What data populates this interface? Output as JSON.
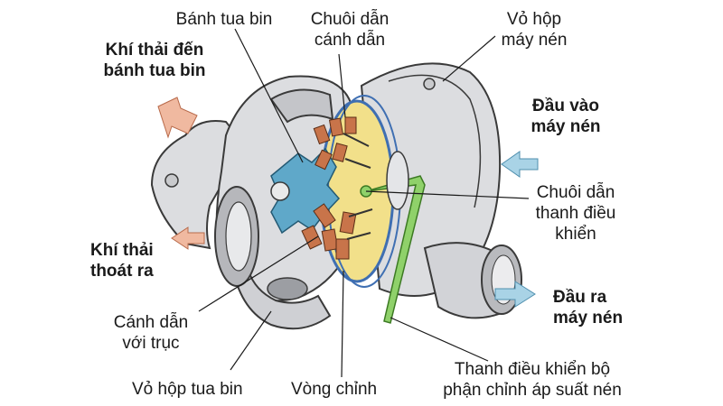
{
  "labels": {
    "turbine_wheel": "Bánh tua bin",
    "guide_vane_chain": [
      "Chuôi dẫn",
      "cánh dẫn"
    ],
    "compressor_housing": [
      "Vỏ hộp",
      "máy nén"
    ],
    "exhaust_in": [
      "Khí thải đến",
      "bánh tua bin"
    ],
    "compressor_inlet": [
      "Đầu vào",
      "máy nén"
    ],
    "control_rod_chain": [
      "Chuôi dẫn",
      "thanh điều",
      "khiển"
    ],
    "exhaust_out": [
      "Khí thải",
      "thoát ra"
    ],
    "compressor_outlet": [
      "Đầu ra",
      "máy nén"
    ],
    "vane_with_shaft": [
      "Cánh dẫn",
      "với trục"
    ],
    "rod_adjust": [
      "Thanh điều khiển bộ",
      "phận chỉnh áp suất nén"
    ],
    "turbine_housing": "Vỏ hộp tua bin",
    "adjust_ring": "Vòng chỉnh"
  },
  "colors": {
    "housing_fill": "#dcdde0",
    "housing_stroke": "#3a3a3a",
    "turbine_wheel": "#5fa8c9",
    "vane": "#c8744a",
    "ring": "#f2e08a",
    "rod": "#8fd16a",
    "arrow_exhaust": "#f0b9a0",
    "arrow_compressor": "#a9d3e6"
  }
}
